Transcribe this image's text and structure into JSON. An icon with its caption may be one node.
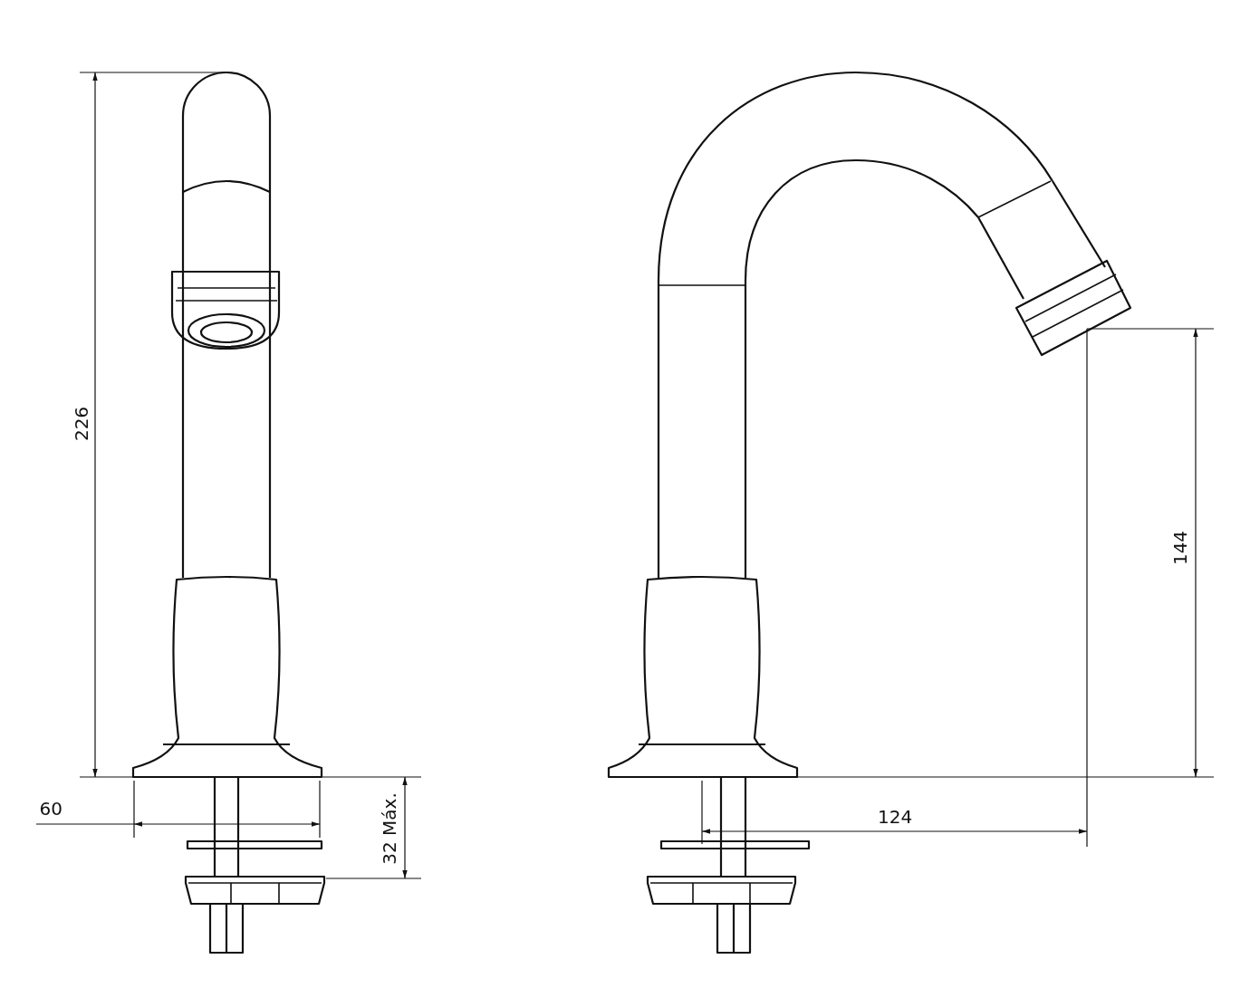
{
  "diagram": {
    "labels": [
      "226",
      "60",
      "32 Máx.",
      "144",
      "124"
    ]
  }
}
